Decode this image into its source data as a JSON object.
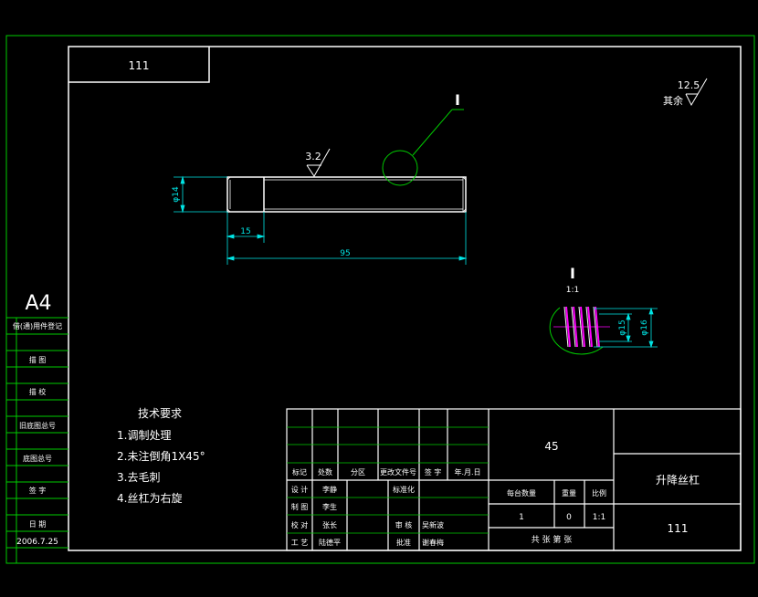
{
  "colors": {
    "background": "#000000",
    "frame_outer": "#00cc00",
    "frame_inner": "#ffffff",
    "dimension": "#00e5e5",
    "hatch": "#ff00ff",
    "callout": "#00cc00",
    "text": "#ffffff"
  },
  "title_box": "111",
  "roughness": {
    "part_value": "3.2",
    "rest_value": "12.5",
    "rest_label": "其余"
  },
  "detail_marker": "I",
  "detail_view": {
    "marker": "I",
    "scale": "1:1",
    "dim_minor": "φ15",
    "dim_major": "φ16"
  },
  "dimensions": {
    "diameter": "φ14",
    "chamfer_len": "15",
    "total_len": "95"
  },
  "sidebar": {
    "paper_size": "A4",
    "rows": [
      "借(通)用件登记",
      "描  图",
      "描  校",
      "旧底图总号",
      "底图总号",
      "签  字",
      "日  期"
    ],
    "date": "2006.7.25"
  },
  "tech_requirements": {
    "title": "技术要求",
    "items": [
      "1.调制处理",
      "2.未注倒角1X45°",
      "3.去毛刺",
      "4.丝杠为右旋"
    ]
  },
  "title_block": {
    "revision_header": [
      "标记",
      "处数",
      "分区",
      "更改文件号",
      "签 字",
      "年.月.日"
    ],
    "rows": [
      [
        "设 计",
        "李静",
        "",
        "标准化"
      ],
      [
        "制 图",
        "李生",
        "",
        ""
      ],
      [
        "校 对",
        "张长",
        "",
        "审 核",
        "吴新波"
      ],
      [
        "工 艺",
        "陆德平",
        "",
        "批准",
        "谢春梅"
      ]
    ],
    "material": "45",
    "count_header": [
      "每台数量",
      "重量",
      "比例"
    ],
    "count_values": [
      "1",
      "0",
      "1:1"
    ],
    "sheets": "共  张  第  张",
    "part_name": "升降丝杠",
    "drawing_no": "111"
  }
}
